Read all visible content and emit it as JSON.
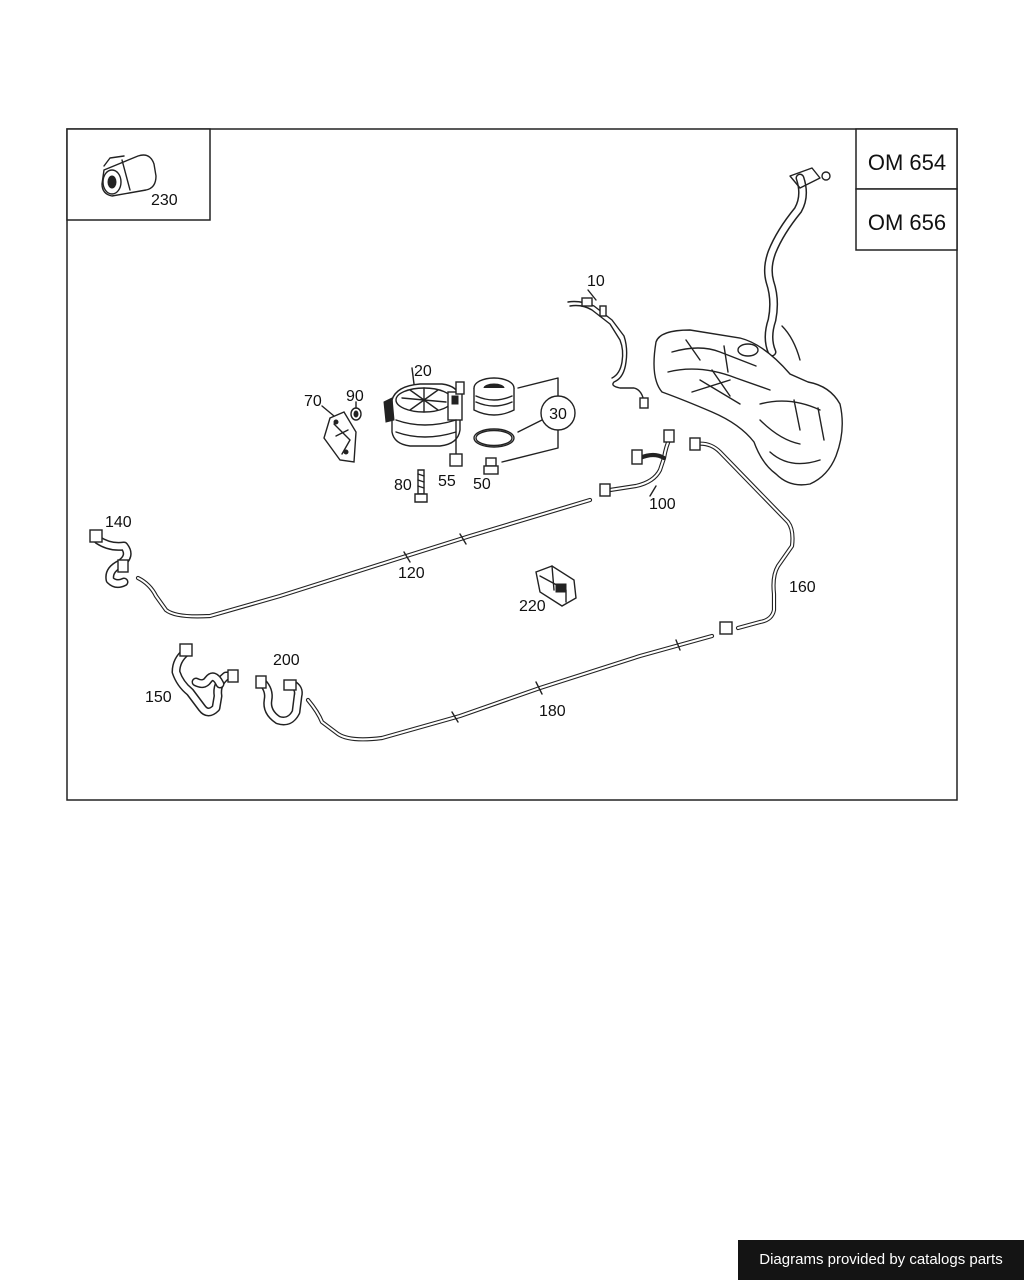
{
  "engine_variants": [
    "OM 654",
    "OM 656"
  ],
  "parts": {
    "p10": "10",
    "p20": "20",
    "p30": "30",
    "p50": "50",
    "p55": "55",
    "p70": "70",
    "p80": "80",
    "p90": "90",
    "p100": "100",
    "p120": "120",
    "p140": "140",
    "p150": "150",
    "p160": "160",
    "p180": "180",
    "p200": "200",
    "p220": "220",
    "p230": "230"
  },
  "credit": "Diagrams provided by catalogs parts"
}
